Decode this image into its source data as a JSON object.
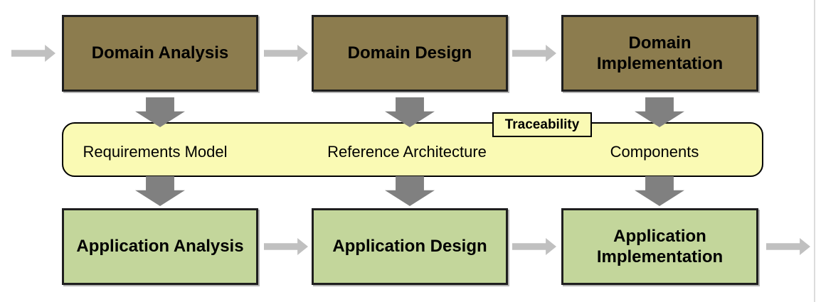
{
  "diagram": {
    "top_row": [
      {
        "label": "Domain Analysis"
      },
      {
        "label": "Domain Design"
      },
      {
        "label": "Domain\nImplementation"
      }
    ],
    "band": {
      "labels": [
        "Requirements Model",
        "Reference Architecture",
        "Components"
      ],
      "traceability": "Traceability"
    },
    "bottom_row": [
      {
        "label": "Application Analysis"
      },
      {
        "label": "Application Design"
      },
      {
        "label": "Application\nImplementation"
      }
    ],
    "colors": {
      "domain_box_fill": "#8c7c4e",
      "application_box_fill": "#c3d69b",
      "band_fill": "#fafab4",
      "box_border": "#1f1f1f",
      "band_border": "#000000",
      "down_arrow": "#808080",
      "flow_arrow": "#c0c0c0",
      "text": "#000000",
      "page_edge_line": "#dcdcdc"
    }
  }
}
